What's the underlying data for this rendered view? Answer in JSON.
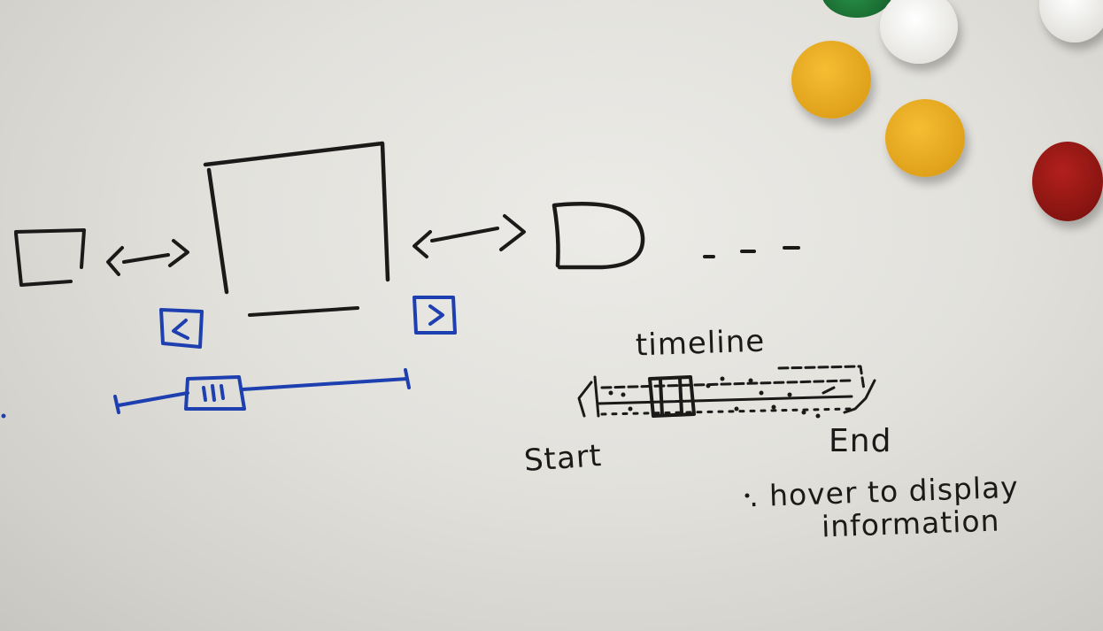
{
  "labels": {
    "timeline": "timeline",
    "start": "Start",
    "end": "End",
    "hover_line1": ". hover to display",
    "hover_line2": "information"
  },
  "colors": {
    "whiteboard": "#e5e4df",
    "black_marker": "#1c1a18",
    "blue_marker": "#1d3fb0",
    "magnet_yellow": "#e8a81a",
    "magnet_white": "#f2f1ec",
    "magnet_green": "#1f7a3a",
    "magnet_red": "#8e1512"
  },
  "icons": {
    "prev_button": "chevron-left-icon",
    "next_button": "chevron-right-icon",
    "scrubber_handle": "grip-icon",
    "ellipsis": "ellipsis-icon"
  }
}
